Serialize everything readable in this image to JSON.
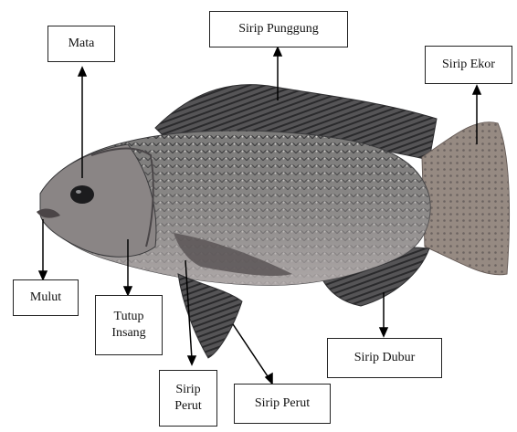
{
  "diagram": {
    "subject": "tilapia-fish",
    "colors": {
      "background": "#ffffff",
      "label_border": "#222222",
      "fish_body": "#7e7d7b",
      "fish_dark": "#3b3b3d",
      "fish_belly": "#a9a3a4",
      "tail": "#8a7f7a",
      "arrow": "#000000"
    },
    "labels": {
      "mata": "Mata",
      "sirip_punggung": "Sirip Punggung",
      "sirip_ekor": "Sirip Ekor",
      "mulut": "Mulut",
      "tutup_insang": "Tutup\nInsang",
      "sirip_dubur": "Sirip Dubur",
      "sirip_perut_1": "Sirip\nPerut",
      "sirip_perut_2": "Sirip Perut"
    }
  }
}
